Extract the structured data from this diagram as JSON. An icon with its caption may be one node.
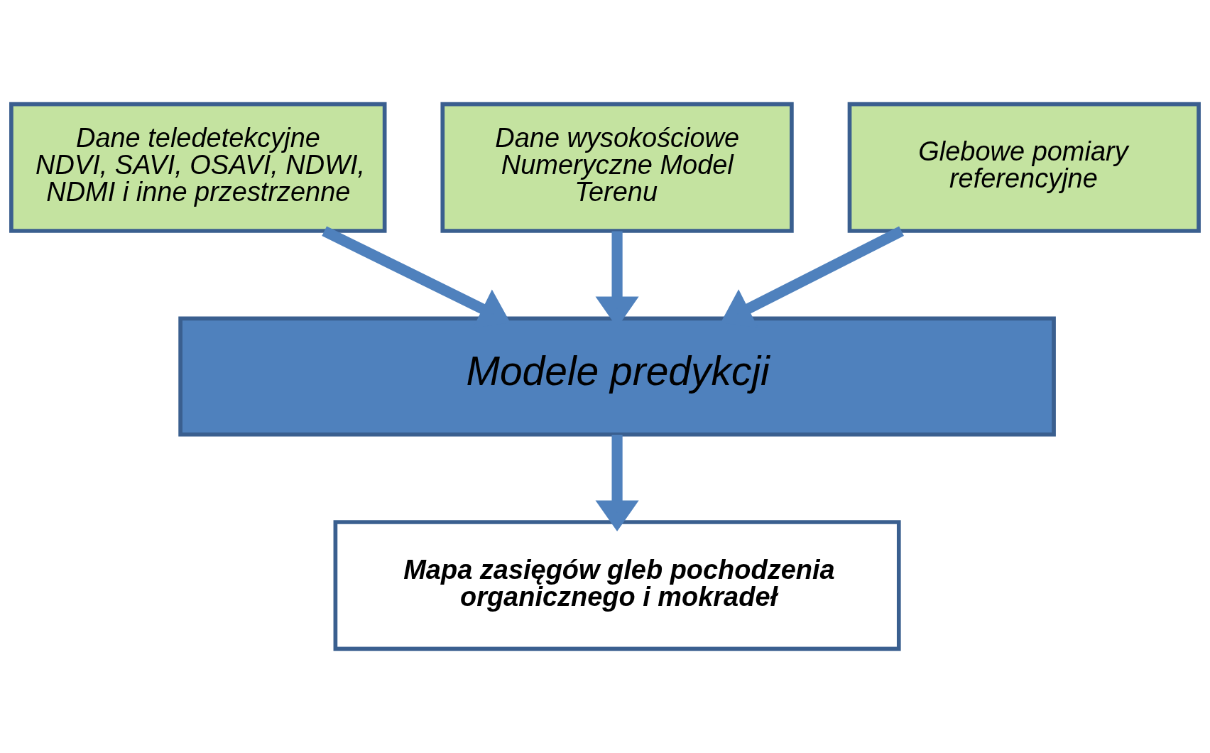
{
  "diagram": {
    "nodes": [
      {
        "text": [
          "Dane teledetekcyjne NDVI, SAVI, OSAVI, NDWI, NDMI i inne przestrzenne"
        ]
      },
      {
        "text": [
          "Dane wysokościowe Numeryczne Model Terenu"
        ]
      },
      {
        "text": [
          "Glebowe pomiary referencyjne"
        ]
      },
      {
        "text": [
          "Modele predykcji"
        ]
      },
      {
        "text": [
          "Mapa zasięgów gleb pochodzenia organicznego i mokradeł"
        ]
      }
    ],
    "edges": [
      {
        "from": 0,
        "to": 3,
        "arrow": "to"
      },
      {
        "from": 1,
        "to": 3,
        "arrow": "to"
      },
      {
        "from": 2,
        "to": 3,
        "arrow": "to"
      },
      {
        "from": 3,
        "to": 4,
        "arrow": "to"
      }
    ]
  }
}
